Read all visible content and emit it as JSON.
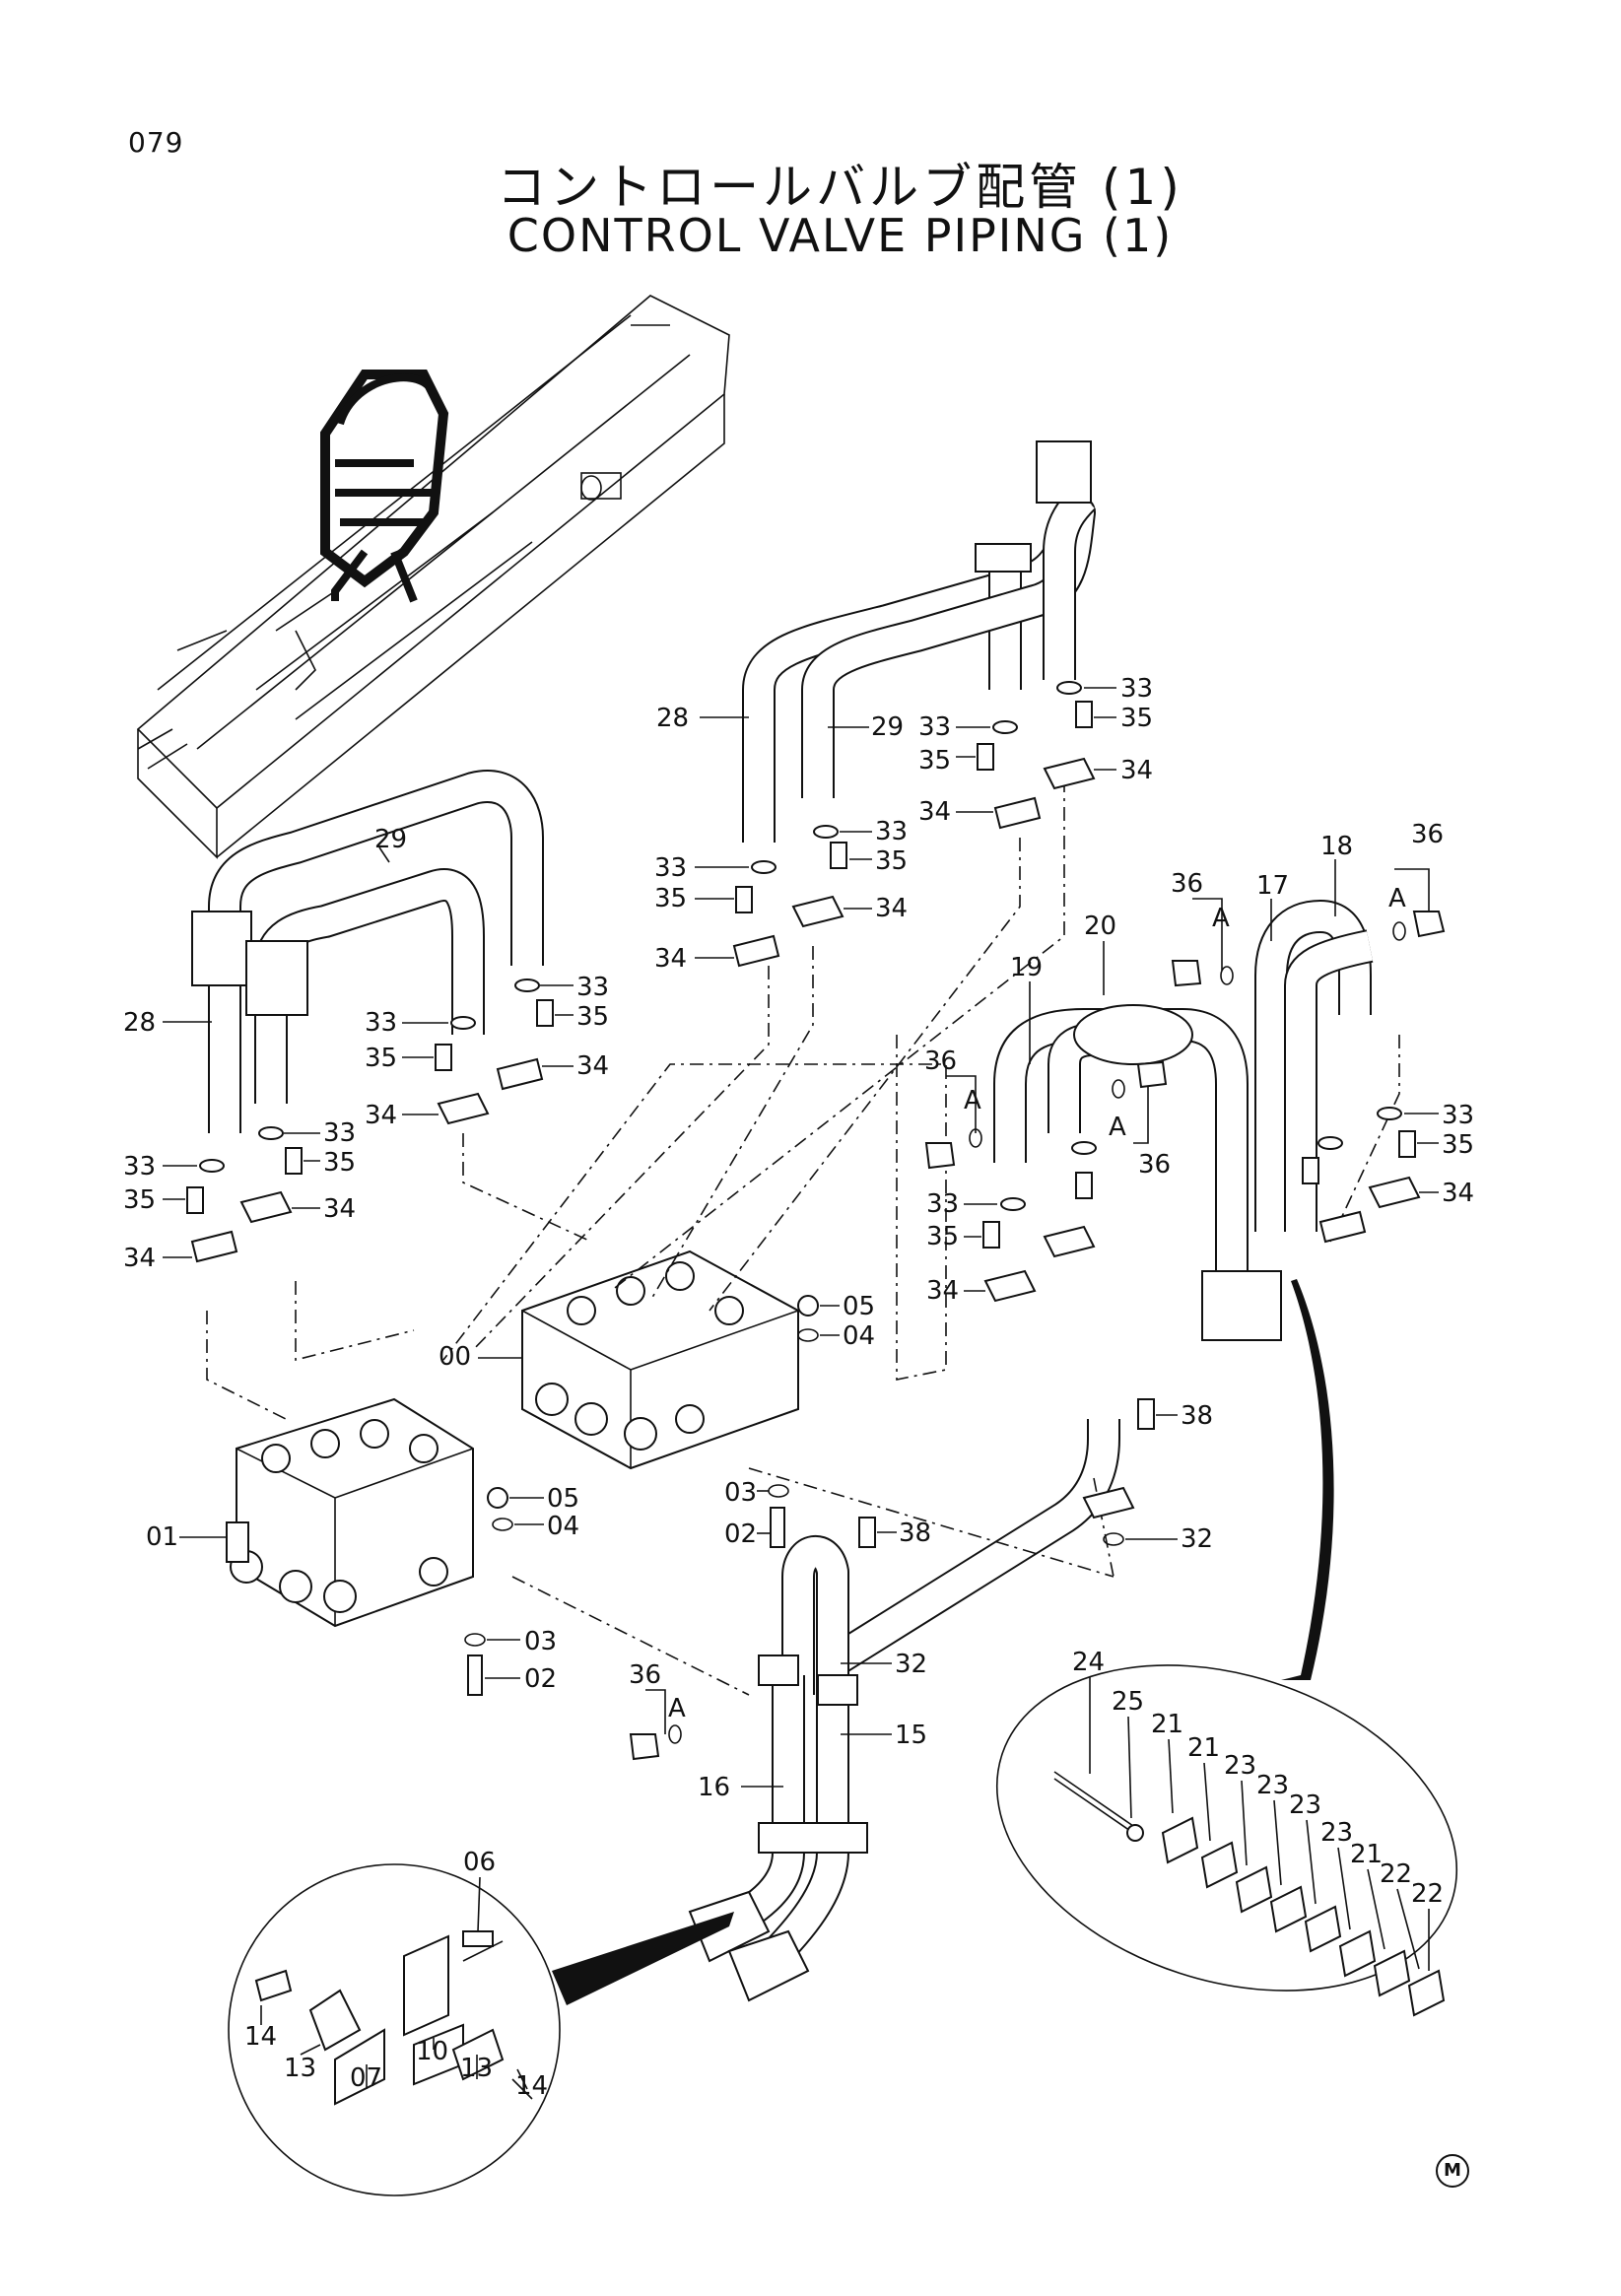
{
  "page_number": "079",
  "title_jp": "コントロールバルブ配管 (1)",
  "title_en": "CONTROL VALVE PIPING (1)",
  "manufacturer_mark": "M",
  "callouts": {
    "c28a": "28",
    "c29a": "29",
    "c33a": "33",
    "c35a": "35",
    "c33b": "33",
    "c35b": "35",
    "c34a": "34",
    "c34b": "34",
    "c33c": "33",
    "c35c": "35",
    "c33d": "33",
    "c35d": "35",
    "c34c": "34",
    "c34d": "34",
    "c29b": "29",
    "c28b": "28",
    "c33e": "33",
    "c35e": "35",
    "c33f": "33",
    "c35f": "35",
    "c34e": "34",
    "c34f": "34",
    "c33g": "33",
    "c35g": "35",
    "c33h": "33",
    "c35h": "35",
    "c34g": "34",
    "c34h": "34",
    "c18": "18",
    "c36a": "36",
    "c36b": "36",
    "c17": "17",
    "c20": "20",
    "c19": "19",
    "c36c": "36",
    "c36d": "36",
    "c33i": "33",
    "c35i": "35",
    "c34i": "34",
    "c33j": "33",
    "c35j": "35",
    "c34j": "34",
    "c00": "00",
    "c05a": "05",
    "c04a": "04",
    "c03a": "03",
    "c02a": "02",
    "c38a": "38",
    "c38b": "38",
    "c32a": "32",
    "c01": "01",
    "c05b": "05",
    "c04b": "04",
    "c03b": "03",
    "c02b": "02",
    "c36e": "36",
    "c32b": "32",
    "c15": "15",
    "c16": "16",
    "c24": "24",
    "c25": "25",
    "c21a": "21",
    "c21b": "21",
    "c23a": "23",
    "c23b": "23",
    "c23c": "23",
    "c23d": "23",
    "c21c": "21",
    "c22a": "22",
    "c22b": "22",
    "c06": "06",
    "c14a": "14",
    "c13a": "13",
    "c07": "07",
    "c10": "10",
    "c13b": "13",
    "c14b": "14",
    "ref_a1": "A",
    "ref_a2": "A",
    "ref_a3": "A",
    "ref_a4": "A",
    "ref_a5": "A"
  }
}
